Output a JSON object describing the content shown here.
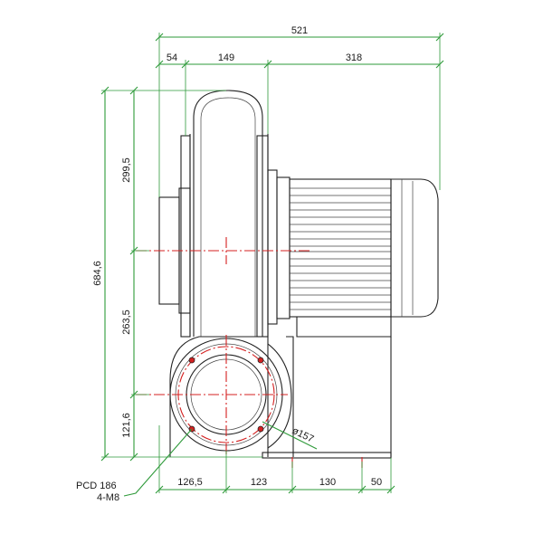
{
  "drawing": {
    "dimensions": {
      "overall_width": "521",
      "inlet_offset": "54",
      "housing_width": "149",
      "motor_length": "318",
      "height_upper": "299,5",
      "total_height": "684,6",
      "height_mid": "263,5",
      "height_base": "121,6",
      "outlet_diameter": "ø157",
      "base_left": "126,5",
      "base_mid": "123",
      "base_right": "130",
      "base_end": "50"
    },
    "labels": {
      "pcd": "PCD 186",
      "bolts": "4-M8"
    },
    "colors": {
      "dimension": "#2e9a3a",
      "centerline": "#d42020",
      "outline": "#222222"
    }
  }
}
